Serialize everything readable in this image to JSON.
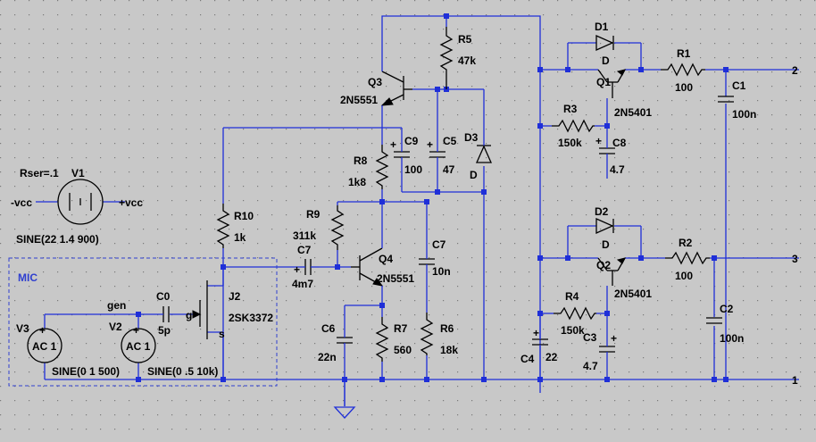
{
  "source": {
    "rser": "Rser=.1",
    "name": "V1",
    "neg": "-vcc",
    "pos": "+vcc",
    "spec": "SINE(22 1.4 900)"
  },
  "mic": {
    "title": "MIC",
    "gen": "gen",
    "gate": "g",
    "source": "s"
  },
  "transistors": {
    "q1": {
      "name": "Q1",
      "model": "2N5401"
    },
    "q2": {
      "name": "Q2",
      "model": "2N5401"
    },
    "q3": {
      "name": "Q3",
      "model": "2N5551"
    },
    "q4": {
      "name": "Q4",
      "model": "2N5551"
    },
    "j2": {
      "name": "J2",
      "model": "2SK3372"
    }
  },
  "resistors": {
    "r1": {
      "name": "R1",
      "value": "100"
    },
    "r2": {
      "name": "R2",
      "value": "100"
    },
    "r3": {
      "name": "R3",
      "value": "150k"
    },
    "r4": {
      "name": "R4",
      "value": "150k"
    },
    "r5": {
      "name": "R5",
      "value": "47k"
    },
    "r6": {
      "name": "R6",
      "value": "18k"
    },
    "r7": {
      "name": "R7",
      "value": "560"
    },
    "r8": {
      "name": "R8",
      "value": "1k8"
    },
    "r9": {
      "name": "R9",
      "value": "311k"
    },
    "r10": {
      "name": "R10",
      "value": "1k"
    }
  },
  "capacitors": {
    "c0": {
      "name": "C0",
      "value": "5p"
    },
    "c1": {
      "name": "C1",
      "value": "100n"
    },
    "c2": {
      "name": "C2",
      "value": "100n"
    },
    "c3": {
      "name": "C3",
      "value": "4.7"
    },
    "c4": {
      "name": "C4",
      "value": "22"
    },
    "c5": {
      "name": "C5",
      "value": "47"
    },
    "c6": {
      "name": "C6",
      "value": "22n"
    },
    "c7a": {
      "name": "C7",
      "value": "4m7"
    },
    "c7b": {
      "name": "C7",
      "value": "10n"
    },
    "c8": {
      "name": "C8",
      "value": "4.7"
    },
    "c9": {
      "name": "C9",
      "value": "100"
    }
  },
  "diodes": {
    "d1": {
      "name": "D1",
      "model": "D"
    },
    "d2": {
      "name": "D2",
      "model": "D"
    },
    "d3": {
      "name": "D3",
      "model": "D"
    }
  },
  "sources": {
    "v2": {
      "name": "V2",
      "label": "AC 1",
      "spec": "SINE(0 .5 10k)"
    },
    "v3": {
      "name": "V3",
      "label": "AC 1",
      "spec": "SINE(0 1 500)"
    }
  },
  "ports": {
    "p1": "1",
    "p2": "2",
    "p3": "3"
  }
}
